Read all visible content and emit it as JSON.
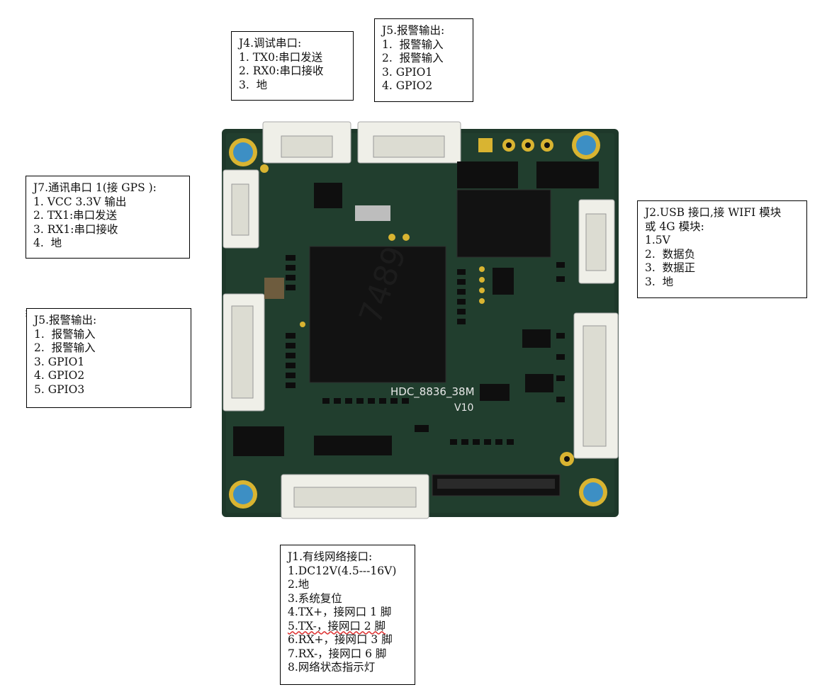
{
  "notes": {
    "j4": {
      "title": "J4.调试串口:",
      "lines": [
        "1. TX0:串口发送",
        "2. RX0:串口接收",
        "3.  地"
      ]
    },
    "j5_top": {
      "title": "J5.报警输出:",
      "lines": [
        "1.  报警输入",
        "2.  报警输入",
        "3. GPIO1",
        "4. GPIO2"
      ]
    },
    "j7": {
      "title": "J7.通讯串口 1(接 GPS ):",
      "lines": [
        "1. VCC 3.3V 输出",
        "2. TX1:串口发送",
        "3. RX1:串口接收",
        "4.  地"
      ]
    },
    "j5_left": {
      "title": "J5.报警输出:",
      "lines": [
        "1.  报警输入",
        "2.  报警输入",
        "3. GPIO1",
        "4. GPIO2",
        "5. GPIO3"
      ]
    },
    "j2": {
      "title": "J2.USB 接口,接 WIFI 模块",
      "lines": [
        "或 4G 模块:",
        "1.5V",
        "2.  数据负",
        "3.  数据正",
        "3.  地"
      ]
    },
    "j1": {
      "title": "J1.有线网络接口:",
      "lines": [
        "1.DC12V(4.5---16V)",
        "2.地",
        "3.系统复位",
        "4.TX+，接网口 1 脚",
        "5.TX-，接网口 2 脚",
        "6.RX+，接网口 3 脚",
        "7.RX-，接网口 6 脚",
        "8.网络状态指示灯"
      ]
    }
  },
  "board": {
    "silkscreen": "HDC_8836_38M",
    "version": "V10",
    "chip_marking": "7489"
  },
  "colors": {
    "pcb": "#1f3a2a",
    "connector": "#efefe8",
    "via_gold": "#d9b431",
    "mount_blue": "#3d8fc4"
  }
}
